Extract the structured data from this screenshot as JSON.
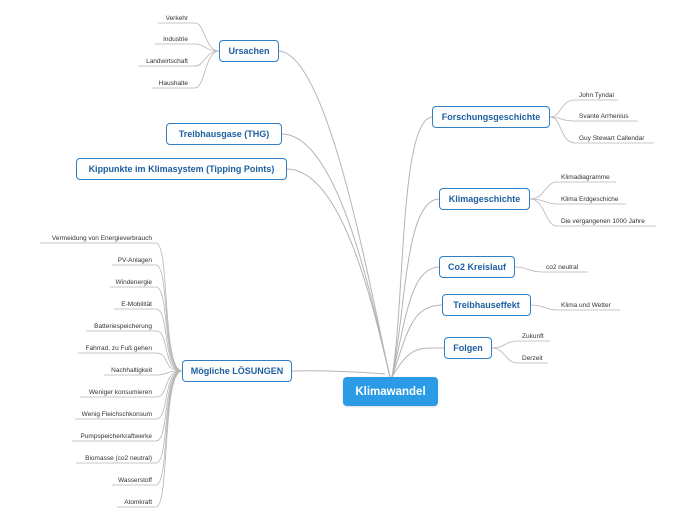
{
  "root": {
    "label": "Klimawandel"
  },
  "branches": {
    "ursachen": {
      "label": "Ursachen",
      "children": [
        "Verkehr",
        "Industrie",
        "Landwirtschaft",
        "Haushalte"
      ]
    },
    "thg": {
      "label": "Treibhausgase (THG)"
    },
    "kipppunkte": {
      "label": "Kippunkte im Klimasystem (Tipping Points)"
    },
    "loesungen": {
      "label": "Mögliche LÖSUNGEN",
      "children": [
        "Vermeidung von Energieverbrauch",
        "PV-Anlagen",
        "Windenergie",
        "E-Mobilität",
        "Batteriespeicherung",
        "Fahrrad, zu Fuß gehen",
        "Nachhaltigkeit",
        "Weniger konsumieren",
        "Wenig Fleichschkonsum",
        "Pumpspeicherkraftwerke",
        "Biomasse (co2 neutral)",
        "Wasserstoff",
        "Atomkraft"
      ]
    },
    "forschung": {
      "label": "Forschungsgeschichte",
      "children": [
        "John Tyndal",
        "Svante Arrhenius",
        "Guy Stewart Callendar"
      ]
    },
    "klimageschichte": {
      "label": "Klimageschichte",
      "children": [
        "Klimadiagramme",
        "Klima Erdgeschiche",
        "Die vergangenen 1000 Jahre"
      ]
    },
    "co2": {
      "label": "Co2 Kreislauf",
      "children": [
        "co2 neutral"
      ]
    },
    "treibhauseffekt": {
      "label": "Treibhauseffekt",
      "children": [
        "Klima und Wetter"
      ]
    },
    "folgen": {
      "label": "Folgen",
      "children": [
        "Zukunft",
        "Derzeit"
      ]
    }
  },
  "colors": {
    "root": "#2b9be6",
    "node_border": "#2f7fc7",
    "node_text": "#1d5fa0",
    "link": "#b4b4b4"
  }
}
